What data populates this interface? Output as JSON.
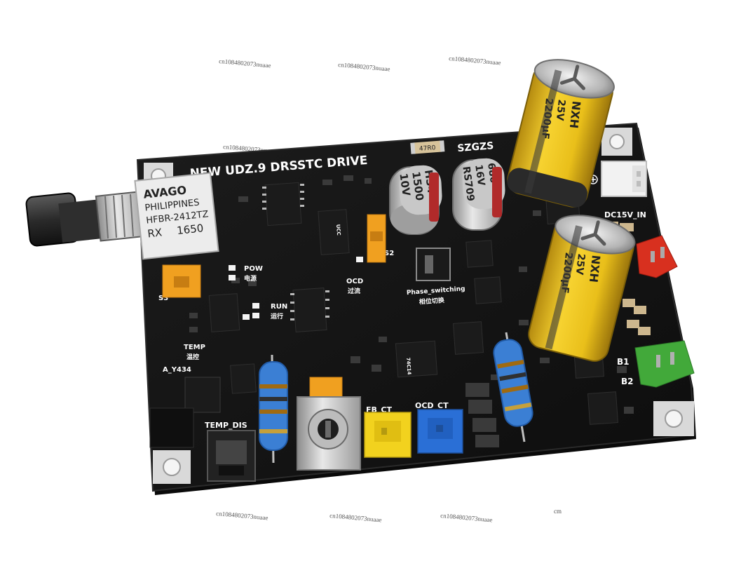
{
  "watermarks": [
    "cn1084802073nuaae",
    "cm"
  ],
  "board": {
    "title": "NEW UDZ.9 DRSSTC DRIVE",
    "brand": "SZGZS",
    "resistor_code": "47R0",
    "connector_power": "DC15V_IN",
    "label_s3": "S3",
    "label_s2": "S2",
    "label_pow": "POW",
    "label_pow_cn": "电源",
    "label_run": "RUN",
    "label_run_cn": "运行",
    "label_ocd": "OCD",
    "label_ocd_cn": "过流",
    "label_temp": "TEMP",
    "label_temp_cn": "温控",
    "label_phase": "Phase_switching",
    "label_phase_cn": "相位切换",
    "label_ay": "A_Y434",
    "label_temp_dis": "TEMP_DIS",
    "label_fb": "FB_CT",
    "label_ocd_ct": "OCD_CT",
    "label_b1": "B1",
    "label_b2": "B2",
    "chip_text_1": "74C14",
    "chip_text_2": "UCC"
  },
  "receiver": {
    "brand": "AVAGO",
    "line1": "PHILIPPINES",
    "line2": "HFBR-2412TZ",
    "line3": "RX",
    "line4": "1650"
  },
  "small_caps": {
    "cap1": [
      "HS4",
      "1500",
      "10V"
    ],
    "cap2": [
      "680",
      "16V",
      "RS709"
    ]
  },
  "big_caps": {
    "cap_a": [
      "NXH",
      "25V",
      "2200μF"
    ],
    "cap_b": [
      "NXH",
      "25V",
      "2200μF"
    ]
  },
  "colors": {
    "pcb": "#141414",
    "silk": "#ffffff",
    "yellow": "#f2d21e",
    "blue": "#2a6fd6",
    "green": "#46b43c",
    "red": "#e23b2c",
    "orange": "#f0a020"
  }
}
